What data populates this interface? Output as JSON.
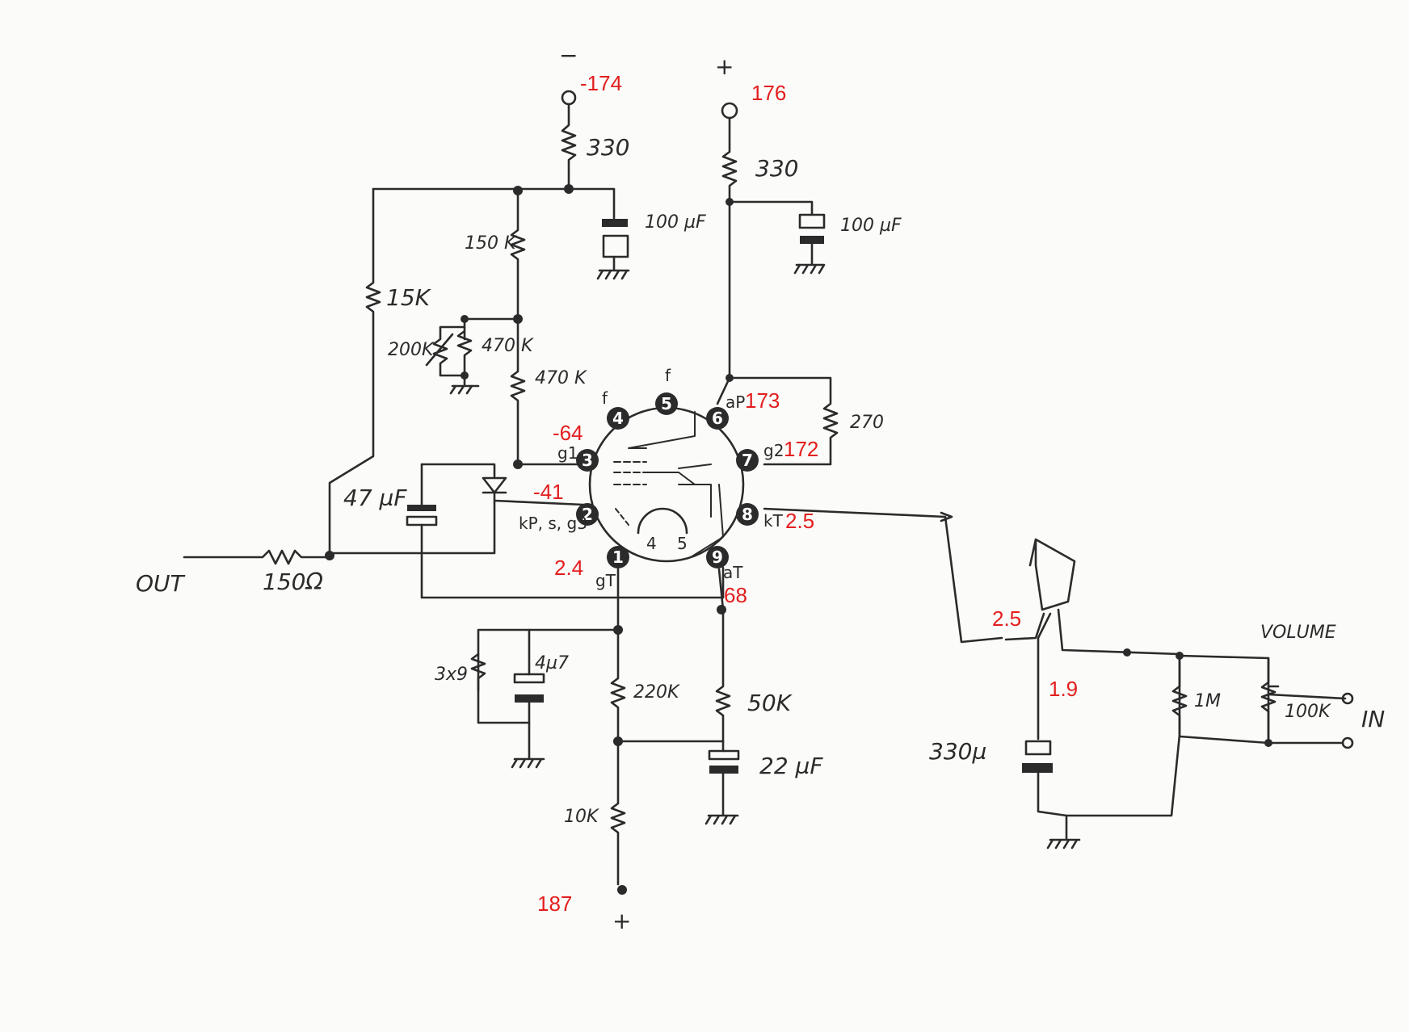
{
  "terminals": {
    "neg_top_sign": "−",
    "pos_top_sign": "+",
    "pos_bottom_sign": "+",
    "out_label": "OUT",
    "in_label": "IN",
    "volume_label": "VOLUME"
  },
  "components": {
    "r_neg_supply": "330",
    "r_pos_supply": "330",
    "c_neg_supply": "100 µF",
    "c_pos_supply": "100 µF",
    "r_150k": "150 K",
    "r_15k": "15K",
    "r_trim_200k": "200K",
    "r_470k_a": "470 K",
    "r_470k_b": "470 K",
    "r_270": "270",
    "c_47": "47 µF",
    "r_out": "150Ω",
    "r_3x9": "3x9",
    "c_4u7": "4µ7",
    "r_220k": "220K",
    "r_50k": "50K",
    "c_22": "22 µF",
    "r_10k": "10K",
    "c_330": "330µ",
    "r_1m": "1M",
    "r_vol": "100K"
  },
  "tube": {
    "pins": [
      "1",
      "2",
      "3",
      "4",
      "5",
      "6",
      "7",
      "8",
      "9"
    ],
    "pin_labels": {
      "p1": "gT",
      "p2": "kP, s, g3",
      "p3": "g1",
      "p4": "f",
      "p5": "f",
      "p6": "aP",
      "p7": "g2",
      "p8": "kT",
      "p9": "aT"
    },
    "heater_pins": [
      "4",
      "5"
    ]
  },
  "voltages": {
    "neg_supply": "-174",
    "pos_supply": "176",
    "pin6": "173",
    "pin7": "172",
    "pin3": "-64",
    "pin2": "-41",
    "pin8": "2.5",
    "pin1": "2.4",
    "pin9": "68",
    "bottom_supply": "187",
    "tube2_grid": "2.5",
    "tube2_cathode": "1.9"
  }
}
